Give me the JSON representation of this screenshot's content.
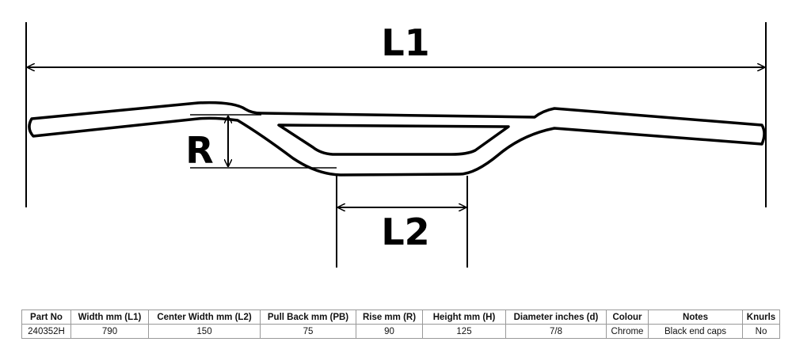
{
  "diagram": {
    "labels": {
      "l1": "L1",
      "l2": "L2",
      "r": "R"
    }
  },
  "spec_table": {
    "headers": [
      "Part No",
      "Width mm (L1)",
      "Center Width mm (L2)",
      "Pull Back mm (PB)",
      "Rise mm (R)",
      "Height mm (H)",
      "Diameter inches (d)",
      "Colour",
      "Notes",
      "Knurls"
    ],
    "rows": [
      [
        "240352H",
        "790",
        "150",
        "75",
        "90",
        "125",
        "7/8",
        "Chrome",
        "Black end caps",
        "No"
      ]
    ]
  }
}
